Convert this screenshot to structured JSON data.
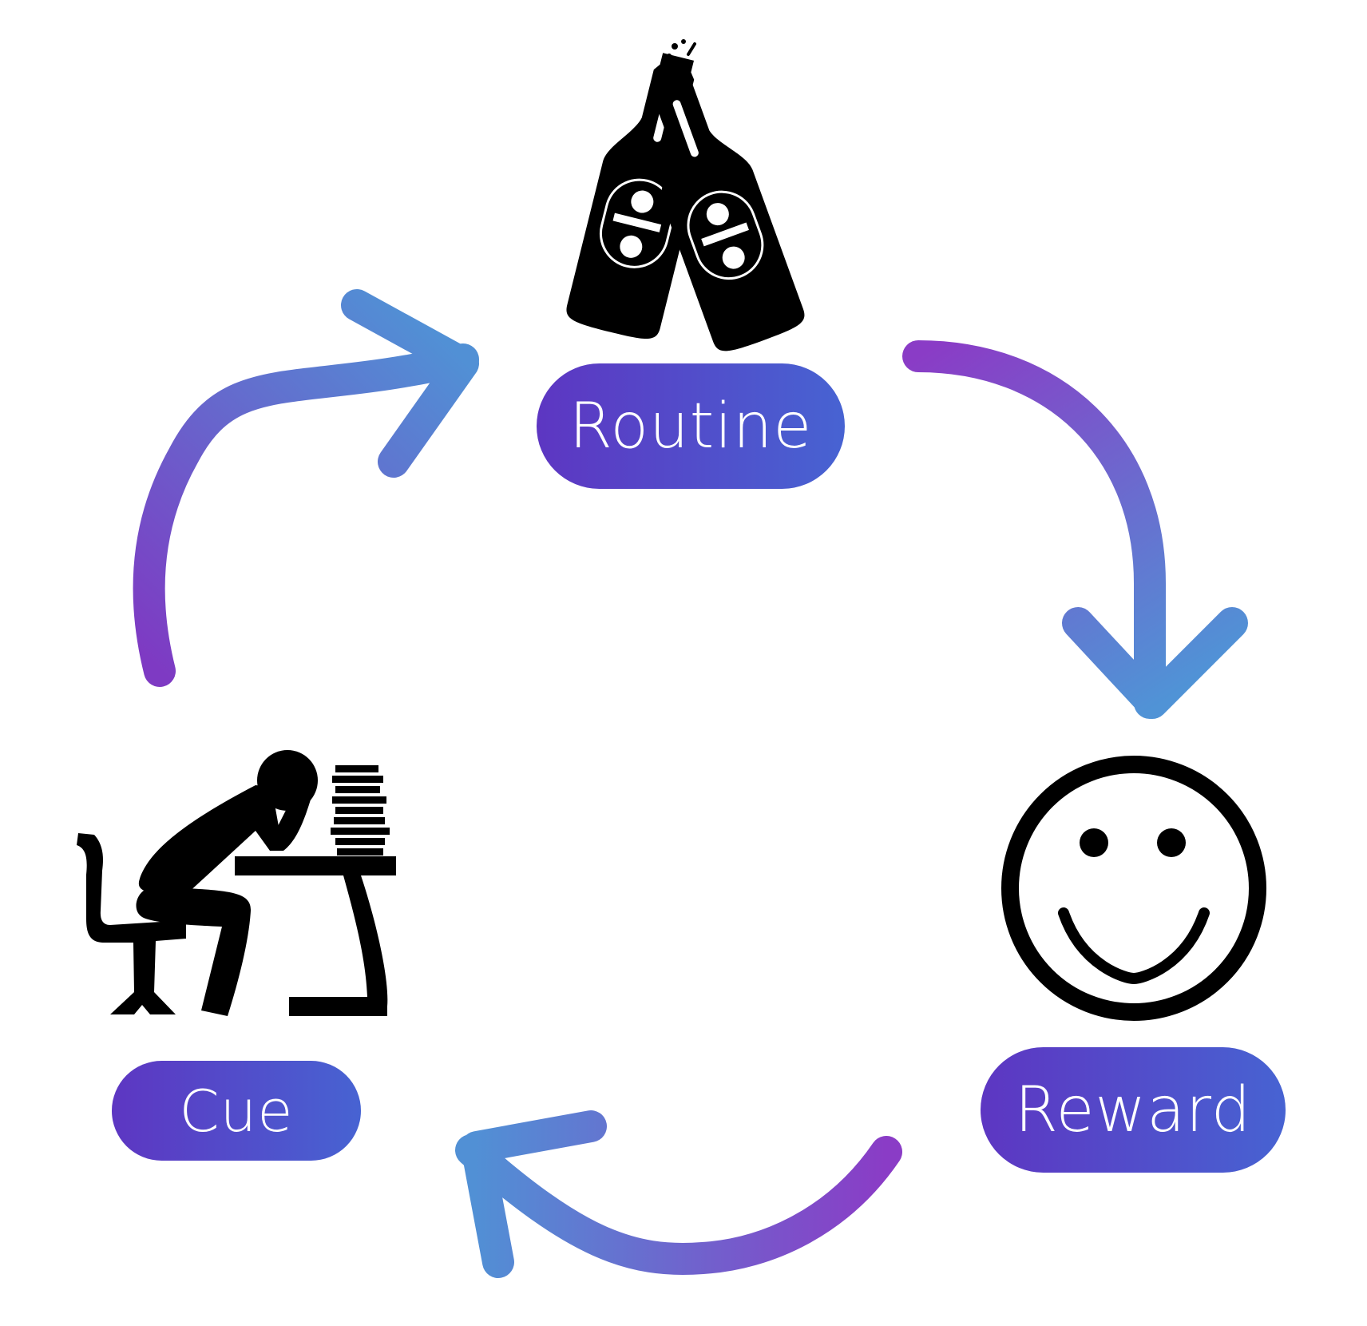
{
  "labels": {
    "routine": "Routine",
    "reward": "Reward",
    "cue": "Cue"
  },
  "colors": {
    "gradient_purple": "#7e3ac3",
    "gradient_blue": "#5190d5",
    "pill_start": "#5d36c2",
    "pill_end": "#4763d2",
    "icon": "#000000"
  },
  "icons": {
    "routine": "clinking-beer-bottles-icon",
    "reward": "smiley-face-icon",
    "cue": "stressed-person-at-desk-icon"
  }
}
